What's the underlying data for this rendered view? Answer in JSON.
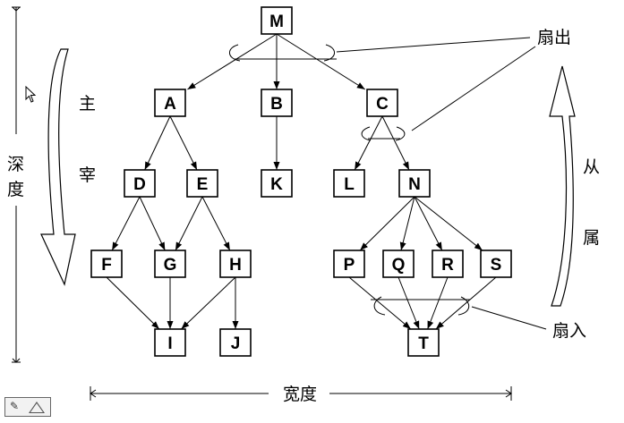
{
  "diagram": {
    "nodes": [
      {
        "id": "M"
      },
      {
        "id": "A"
      },
      {
        "id": "B"
      },
      {
        "id": "C"
      },
      {
        "id": "D"
      },
      {
        "id": "E"
      },
      {
        "id": "K"
      },
      {
        "id": "L"
      },
      {
        "id": "N"
      },
      {
        "id": "F"
      },
      {
        "id": "G"
      },
      {
        "id": "H"
      },
      {
        "id": "P"
      },
      {
        "id": "Q"
      },
      {
        "id": "R"
      },
      {
        "id": "S"
      },
      {
        "id": "I"
      },
      {
        "id": "J"
      },
      {
        "id": "T"
      }
    ],
    "edges": [
      [
        "M",
        "A"
      ],
      [
        "M",
        "B"
      ],
      [
        "M",
        "C"
      ],
      [
        "A",
        "D"
      ],
      [
        "A",
        "E"
      ],
      [
        "B",
        "K"
      ],
      [
        "C",
        "L"
      ],
      [
        "C",
        "N"
      ],
      [
        "D",
        "F"
      ],
      [
        "D",
        "G"
      ],
      [
        "E",
        "G"
      ],
      [
        "E",
        "H"
      ],
      [
        "N",
        "P"
      ],
      [
        "N",
        "Q"
      ],
      [
        "N",
        "R"
      ],
      [
        "N",
        "S"
      ],
      [
        "F",
        "I"
      ],
      [
        "G",
        "I"
      ],
      [
        "H",
        "I"
      ],
      [
        "H",
        "J"
      ],
      [
        "P",
        "T"
      ],
      [
        "Q",
        "T"
      ],
      [
        "R",
        "T"
      ],
      [
        "S",
        "T"
      ]
    ],
    "labels": {
      "depth": "深度",
      "width": "宽度",
      "control_top": "主",
      "control_bottom": "宰",
      "subordinate_top": "从",
      "subordinate_bottom": "属",
      "fan_out": "扇出",
      "fan_in": "扇入"
    }
  },
  "widget": {
    "icon": "toolbar-icon"
  }
}
